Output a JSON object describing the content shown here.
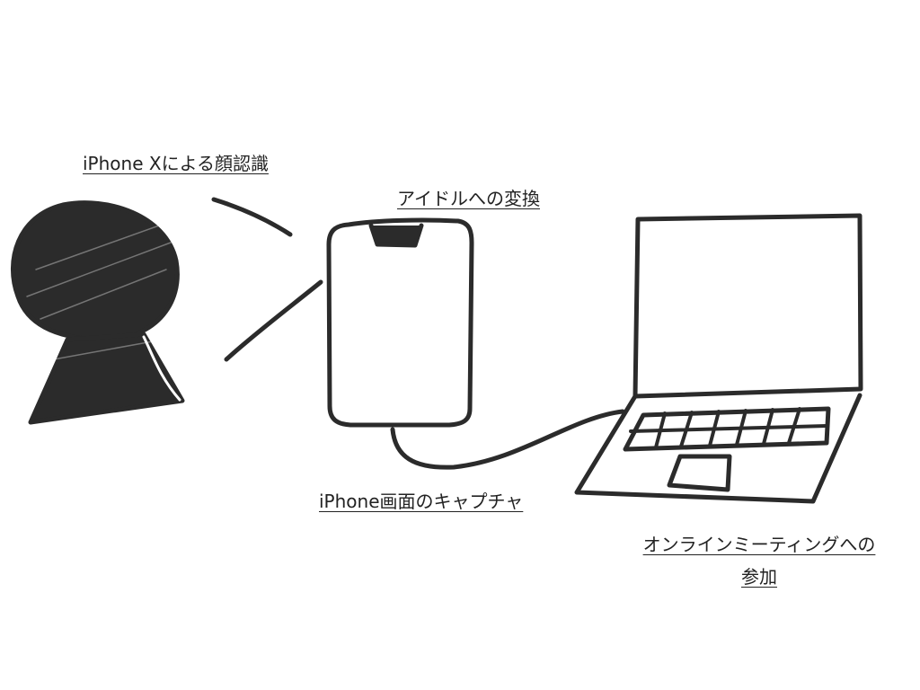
{
  "labels": {
    "face_recognition": "iPhone Xによる顔認識",
    "idle_conversion": "アイドルへの変換",
    "screen_capture": "iPhone画面のキャプチャ",
    "meeting_line1": "オンラインミーティングへの",
    "meeting_line2": "参加"
  },
  "colors": {
    "ink": "#2b2b2b",
    "background": "#ffffff"
  },
  "icons": [
    "person-icon",
    "iphone-icon",
    "laptop-icon",
    "cable-icon"
  ]
}
